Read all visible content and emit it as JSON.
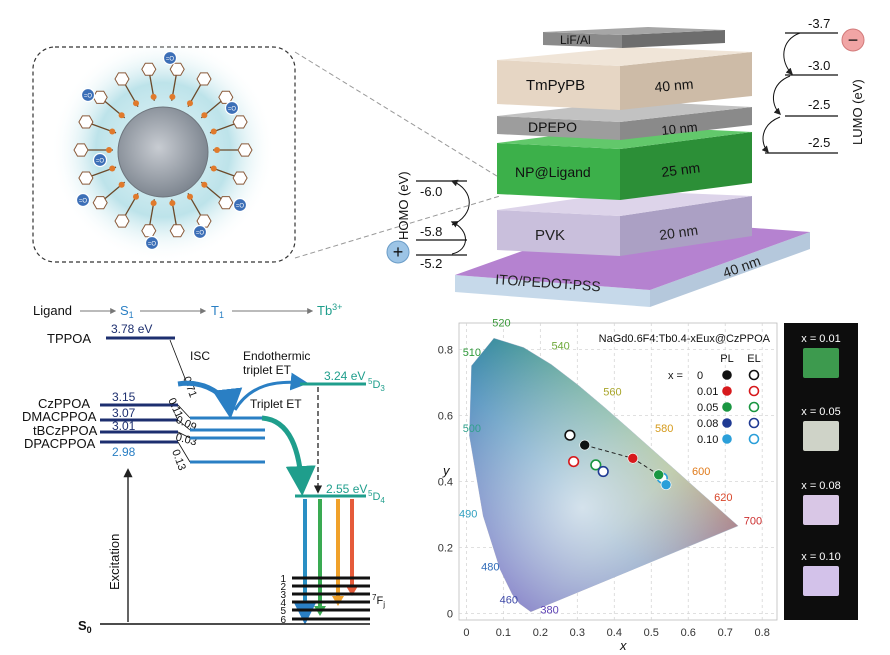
{
  "device": {
    "layers": [
      {
        "name": "LiF/Al",
        "thickness": ""
      },
      {
        "name": "TmPyPB",
        "thickness": "40 nm"
      },
      {
        "name": "DPEPO",
        "thickness": "10 nm"
      },
      {
        "name": "NP@Ligand",
        "thickness": "25 nm"
      },
      {
        "name": "PVK",
        "thickness": "20 nm"
      },
      {
        "name": "ITO/PEDOT:PSS",
        "thickness": "40 nm"
      }
    ],
    "homo_label": "HOMO (eV)",
    "homo_values": [
      "-6.0",
      "-5.8",
      "-5.2"
    ],
    "lumo_label": "LUMO (eV)",
    "lumo_values": [
      "-3.7",
      "-3.0",
      "-2.5",
      "-2.5"
    ],
    "plus_sign": "+",
    "minus_sign": "−",
    "ligand_badge": "=O"
  },
  "energy": {
    "header": {
      "ligand": "Ligand",
      "s1": "S",
      "s1_sub": "1",
      "t1": "T",
      "t1_sub": "1",
      "tb": "Tb",
      "tb_sup": "3+"
    },
    "tppoa_name": "TPPOA",
    "tppoa_energy": "3.78 eV",
    "ligands": [
      {
        "name": "CzPPOA",
        "energy": "3.15",
        "gap": "0.11",
        "t1_offset": "0.71"
      },
      {
        "name": "DMACPPOA",
        "energy": "3.07",
        "gap": "0.09"
      },
      {
        "name": "tBCzPPOA",
        "energy": "3.01",
        "gap": "0.03"
      },
      {
        "name": "DPACPPOA",
        "energy": "2.98",
        "gap": "0.13"
      }
    ],
    "isc": "ISC",
    "endo_line1": "Endothermic",
    "endo_line2": "triplet ET",
    "triplet_et": "Triplet ET",
    "d3_energy": "3.24 eV",
    "d3_label": "5D3",
    "d4_energy": "2.55 eV",
    "d4_label": "5D4",
    "excitation": "Excitation",
    "s0": "S0",
    "fj_label": "7Fj",
    "fj_levels": [
      "1",
      "2",
      "3",
      "4",
      "5",
      "6"
    ],
    "colors": {
      "ligand": "#1d2f6f",
      "tb": "#1f9e8c",
      "arrow_blue": "#2a7fc4"
    }
  },
  "cie": {
    "title": "NaGd0.6F4:Tb0.4-xEux@CzPPOA",
    "legend_pl": "PL",
    "legend_el": "EL",
    "legend_x": "x =",
    "legend_rows": [
      {
        "x": "0",
        "color": "#111111"
      },
      {
        "x": "0.01",
        "color": "#d7191c"
      },
      {
        "x": "0.05",
        "color": "#1a9641"
      },
      {
        "x": "0.08",
        "color": "#1f3a93"
      },
      {
        "x": "0.10",
        "color": "#2b9fd9"
      }
    ],
    "xlabel": "x",
    "ylabel": "y",
    "xticks": [
      "0",
      "0.1",
      "0.2",
      "0.3",
      "0.4",
      "0.5",
      "0.6",
      "0.7",
      "0.8"
    ],
    "yticks": [
      "0",
      "0.2",
      "0.4",
      "0.6",
      "0.8"
    ],
    "wavelengths": [
      "520",
      "540",
      "510",
      "560",
      "500",
      "580",
      "600",
      "620",
      "700",
      "490",
      "480",
      "460",
      "380"
    ]
  },
  "photos": {
    "labels": [
      "x = 0.01",
      "x = 0.05",
      "x = 0.08",
      "x = 0.10"
    ],
    "colors": [
      "#3d9a4e",
      "#cfd3c8",
      "#d9c7e6",
      "#d3c2ea"
    ]
  },
  "chart_data": {
    "type": "scatter",
    "title": "NaGd0.6F4:Tb0.4-xEux@CzPPOA",
    "xlabel": "x",
    "ylabel": "y",
    "xlim": [
      -0.02,
      0.84
    ],
    "ylim": [
      -0.02,
      0.88
    ],
    "grid": true,
    "legend": "top-right",
    "series": [
      {
        "name": "PL",
        "x": [
          0.32,
          0.45,
          0.52,
          0.54,
          0.54
        ],
        "y": [
          0.51,
          0.47,
          0.42,
          0.39,
          0.39
        ]
      },
      {
        "name": "EL",
        "x": [
          0.28,
          0.29,
          0.35,
          0.37,
          0.53
        ],
        "y": [
          0.54,
          0.46,
          0.45,
          0.43,
          0.41
        ]
      }
    ]
  }
}
